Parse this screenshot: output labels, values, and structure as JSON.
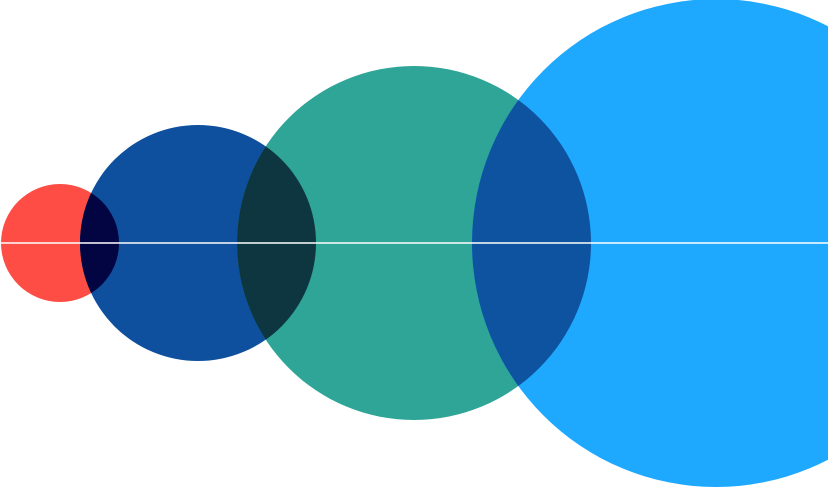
{
  "background": "#ffffff",
  "circles": [
    {
      "name": "circle-red",
      "color": "#fd4d44"
    },
    {
      "name": "circle-navy",
      "color": "#0e4f9e"
    },
    {
      "name": "circle-teal",
      "color": "#2ea597"
    },
    {
      "name": "circle-sky",
      "color": "#1ea9ff"
    }
  ],
  "overlaps": [
    {
      "name": "overlap-red-navy",
      "color": "#020541"
    },
    {
      "name": "overlap-navy-teal",
      "color": "#0e3641"
    },
    {
      "name": "overlap-teal-sky",
      "color": "#0e539f"
    }
  ],
  "axis_line": {
    "color": "#ffffff"
  }
}
